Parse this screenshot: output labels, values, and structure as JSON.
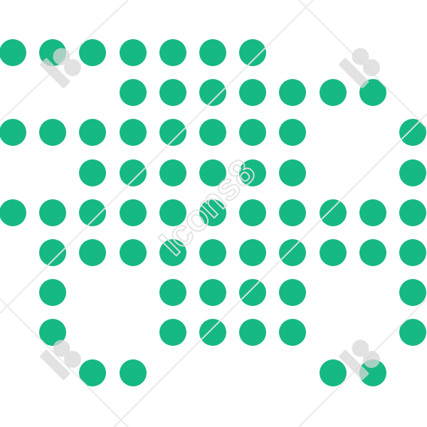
{
  "colors": {
    "dot": "#16b883",
    "background": "#ffffff",
    "watermark": "#e6e6e6"
  },
  "grid": {
    "rows": [
      [
        1,
        1,
        1,
        1,
        1,
        1,
        1,
        0,
        0,
        0,
        0
      ],
      [
        0,
        0,
        0,
        1,
        1,
        1,
        1,
        1,
        1,
        1,
        0
      ],
      [
        1,
        1,
        1,
        1,
        1,
        1,
        1,
        1,
        0,
        0,
        1
      ],
      [
        0,
        0,
        1,
        1,
        1,
        1,
        1,
        1,
        0,
        0,
        1
      ],
      [
        1,
        1,
        1,
        1,
        1,
        1,
        1,
        1,
        1,
        1,
        1
      ],
      [
        0,
        1,
        1,
        1,
        1,
        1,
        1,
        1,
        1,
        1,
        1
      ],
      [
        0,
        1,
        0,
        0,
        1,
        1,
        1,
        1,
        0,
        0,
        1
      ],
      [
        0,
        1,
        0,
        0,
        1,
        1,
        1,
        1,
        0,
        0,
        1
      ],
      [
        0,
        0,
        1,
        1,
        0,
        0,
        0,
        0,
        1,
        1,
        0
      ]
    ]
  },
  "watermark": {
    "text": "Icons8"
  }
}
